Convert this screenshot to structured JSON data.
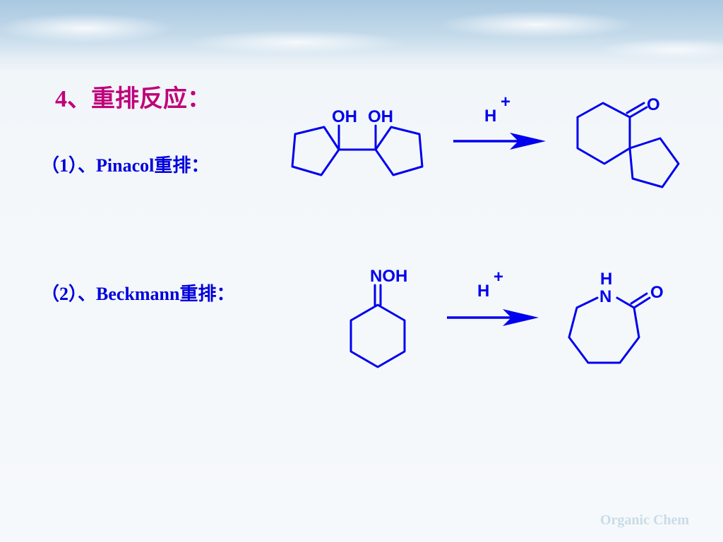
{
  "slide": {
    "heading": "4、重排反应：",
    "footer": "Organic Chem"
  },
  "reactions": [
    {
      "label": "（1）、Pinacol重排：",
      "reactant_atoms": [
        "OH",
        "OH"
      ],
      "reagent": {
        "symbol": "H",
        "charge": "+"
      },
      "product_atoms": [
        "O"
      ]
    },
    {
      "label": "（2）、Beckmann重排：",
      "reactant_atoms": [
        "NOH"
      ],
      "reagent": {
        "symbol": "H",
        "charge": "+"
      },
      "product_atoms": [
        "H",
        "N",
        "O"
      ]
    }
  ],
  "colors": {
    "heading": "#c0007a",
    "structure": "#0000ee",
    "label": "#0000dd",
    "footer": "#c9dbe8"
  }
}
